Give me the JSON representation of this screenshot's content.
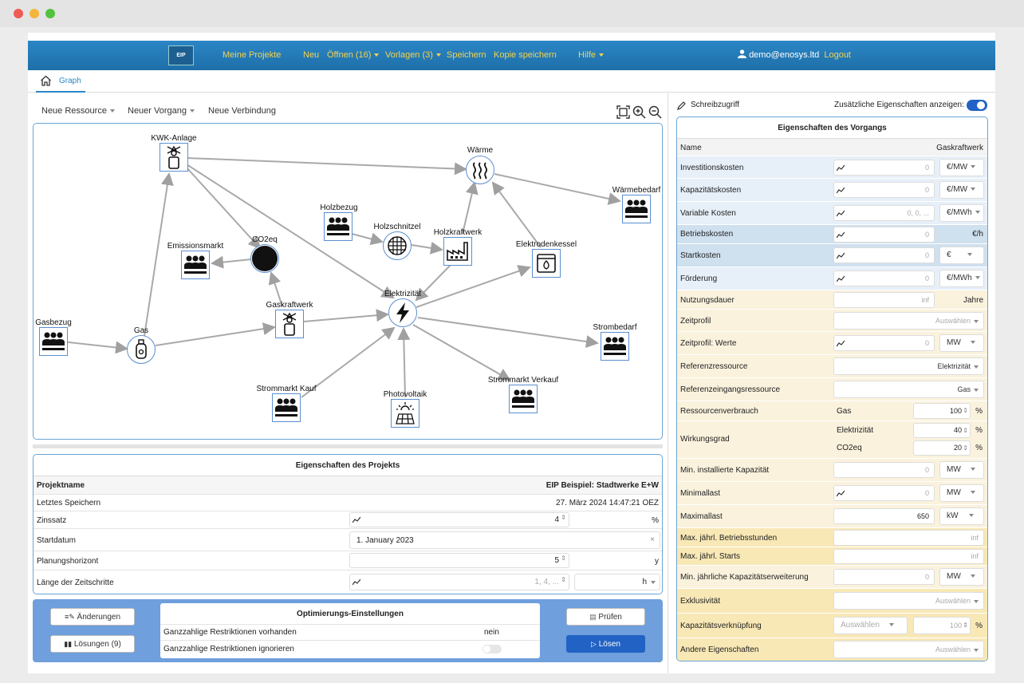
{
  "nav": {
    "logo": "EIP",
    "items": [
      "Meine Projekte",
      "Neu",
      "Öffnen (16)",
      "Vorlagen (3)",
      "Speichern",
      "Kopie speichern",
      "Hilfe"
    ],
    "user": "demo@enosys.ltd",
    "logout": "Logout"
  },
  "tabs": {
    "graph": "Graph"
  },
  "toolbar": {
    "new_resource": "Neue Ressource",
    "new_process": "Neuer Vorgang",
    "new_connection": "Neue Verbindung"
  },
  "graph": {
    "nodes": {
      "kwk": "KWK-Anlage",
      "waerme": "Wärme",
      "waermebedarf": "Wärmebedarf",
      "holzbezug": "Holzbezug",
      "holzschnitzel": "Holzschnitzel",
      "holzkraftwerk": "Holzkraftwerk",
      "elektrodenkessel": "Elektrodenkessel",
      "emissionsmarkt": "Emissionsmarkt",
      "co2eq": "CO2eq",
      "elektrizitaet": "Elektrizität",
      "gasbezug": "Gasbezug",
      "gas": "Gas",
      "gaskraftwerk": "Gaskraftwerk",
      "strombedarf": "Strombedarf",
      "strommarkt_kauf": "Strommarkt Kauf",
      "photovoltaik": "Photovoltaik",
      "strommarkt_verkauf": "Strommarkt Verkauf"
    }
  },
  "project": {
    "title": "Eigenschaften des Projekts",
    "name_label": "Projektname",
    "name_value": "EIP Beispiel: Stadtwerke E+W",
    "saved_label": "Letztes Speichern",
    "saved_value": "27. März 2024 14:47:21 OEZ",
    "interest_label": "Zinssatz",
    "interest_value": "4",
    "interest_unit": "%",
    "start_label": "Startdatum",
    "start_value": "1. January 2023",
    "horizon_label": "Planungshorizont",
    "horizon_value": "5",
    "horizon_unit": "y",
    "step_label": "Länge der Zeitschritte",
    "step_value": "1, 4, ...",
    "step_unit": "h"
  },
  "bottom": {
    "changes": "Änderungen",
    "solutions": "Lösungen (9)",
    "opt_title": "Optimierungs-Einstellungen",
    "opt_row1_label": "Ganzzahlige Restriktionen vorhanden",
    "opt_row1_value": "nein",
    "opt_row2_label": "Ganzzahlige Restriktionen ignorieren",
    "check": "Prüfen",
    "solve": "Lösen"
  },
  "right": {
    "write_access": "Schreibzugriff",
    "extra_props": "Zusätzliche Eigenschaften anzeigen:",
    "title": "Eigenschaften des Vorgangs",
    "name_label": "Name",
    "name_value": "Gaskraftwerk",
    "rows": [
      {
        "label": "Investitionskosten",
        "value": "0",
        "unit": "€/MW"
      },
      {
        "label": "Kapazitätskosten",
        "value": "0",
        "unit": "€/MW"
      },
      {
        "label": "Variable Kosten",
        "value": "0, 0, ...",
        "unit": "€/MWh"
      },
      {
        "label": "Betriebskosten",
        "value": "0",
        "unit": "€/h"
      },
      {
        "label": "Startkosten",
        "value": "0",
        "unit": "€"
      },
      {
        "label": "Förderung",
        "value": "0",
        "unit": "€/MWh"
      },
      {
        "label": "Nutzungsdauer",
        "value": "inf",
        "unit": "Jahre"
      },
      {
        "label": "Zeitprofil",
        "value": "Auswählen"
      },
      {
        "label": "Zeitprofil: Werte",
        "value": "0",
        "unit": "MW"
      },
      {
        "label": "Referenzressource",
        "value": "Elektrizität"
      },
      {
        "label": "Referenzeingangsressource",
        "value": "Gas"
      },
      {
        "label": "Ressourcenverbrauch",
        "sub": "Gas",
        "value": "100",
        "unit": "%"
      },
      {
        "label": "Wirkungsgrad",
        "sub": "Elektrizität",
        "value": "40",
        "unit": "%",
        "sub2": "CO2eq",
        "value2": "20",
        "unit2": "%"
      },
      {
        "label": "Min. installierte Kapazität",
        "value": "0",
        "unit": "MW"
      },
      {
        "label": "Minimallast",
        "value": "0",
        "unit": "MW"
      },
      {
        "label": "Maximallast",
        "value": "650",
        "unit": "kW"
      },
      {
        "label": "Max. jährl. Betriebsstunden",
        "value": "inf"
      },
      {
        "label": "Max. jährl. Starts",
        "value": "inf"
      },
      {
        "label": "Min. jährliche Kapazitätserweiterung",
        "value": "0",
        "unit": "MW"
      },
      {
        "label": "Exklusivität",
        "value": "Auswählen"
      },
      {
        "label": "Kapazitätsverknüpfung",
        "value": "Auswählen",
        "value2": "100",
        "unit": "%"
      },
      {
        "label": "Andere Eigenschaften",
        "value": "Auswählen"
      }
    ]
  }
}
